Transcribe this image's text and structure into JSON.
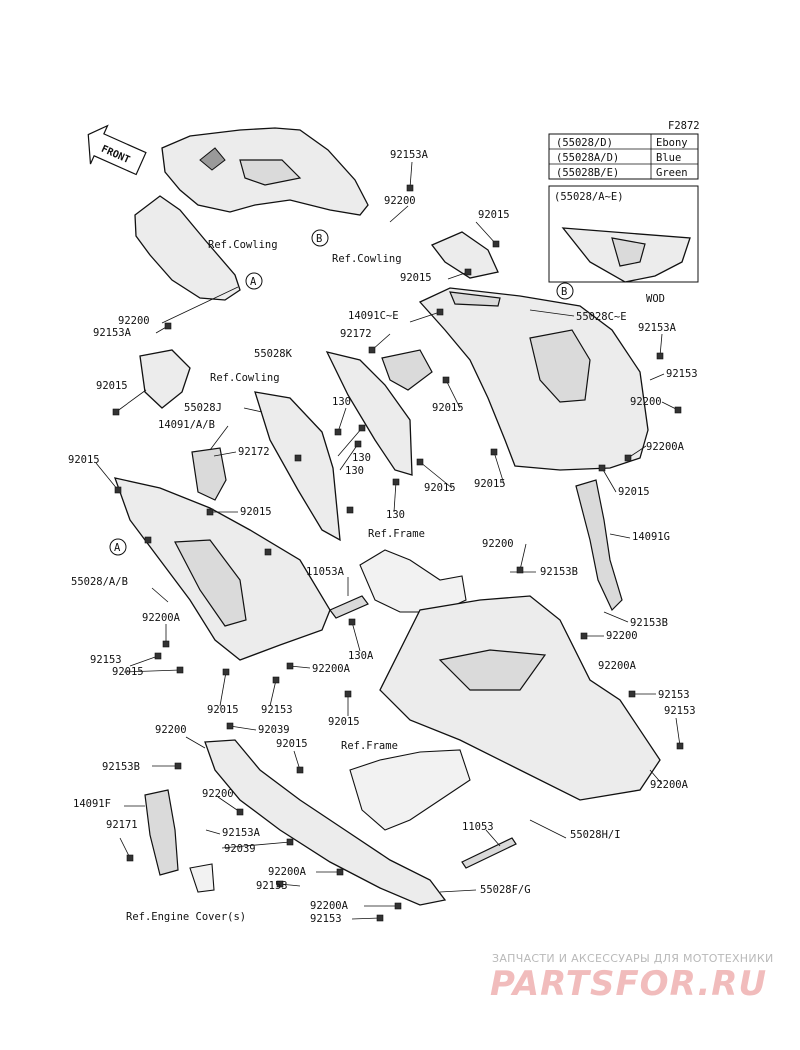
{
  "figure_id": "F2872",
  "color_table": [
    {
      "code": "(55028/D)",
      "color": "Ebony"
    },
    {
      "code": "(55028A/D)",
      "color": "Blue"
    },
    {
      "code": "(55028B/E)",
      "color": "Green"
    }
  ],
  "inset": {
    "title": "(55028/A~E)",
    "note": "WOD"
  },
  "front_label": "FRONT",
  "markers": {
    "a": "A",
    "b": "B"
  },
  "refs": {
    "cowling1": "Ref.Cowling",
    "cowling2": "Ref.Cowling",
    "cowling3": "Ref.Cowling",
    "frame1": "Ref.Frame",
    "frame2": "Ref.Frame",
    "engine_cover": "Ref.Engine Cover(s)"
  },
  "labels": {
    "l01": "92153A",
    "l02": "92200",
    "l03": "92015",
    "l04": "92015",
    "l05": "92200",
    "l06": "92153A",
    "l07": "14091C~E",
    "l08": "92172",
    "l09": "55028C~E",
    "l10": "92153A",
    "l11": "55028K",
    "l12": "92153",
    "l13": "92015",
    "l14": "55028J",
    "l15": "130",
    "l16": "92200",
    "l17": "14091/A/B",
    "l18": "92015",
    "l19": "130",
    "l20": "92200A",
    "l21": "92172",
    "l22": "92015",
    "l23": "130",
    "l24": "92015",
    "l25": "92015",
    "l26": "92015",
    "l27": "130",
    "l28": "14091G",
    "l29": "92015",
    "l30": "92200",
    "l31": "11053A",
    "l32": "92153B",
    "l33": "55028/A/B",
    "l34": "92153B",
    "l35": "92200A",
    "l36": "92200",
    "l37": "130A",
    "l38": "92153",
    "l39": "92200A",
    "l40": "92015",
    "l41": "92200A",
    "l42": "92015",
    "l43": "92153",
    "l44": "92153",
    "l45": "92015",
    "l46": "92200",
    "l47": "92039",
    "l48": "92153",
    "l49": "92015",
    "l50": "92153B",
    "l51": "92200A",
    "l52": "14091F",
    "l53": "92200",
    "l54": "11053",
    "l55": "92171",
    "l56": "92153A",
    "l57": "55028H/I",
    "l58": "92039",
    "l59": "92200A",
    "l60": "92153",
    "l61": "55028F/G",
    "l62": "92200A",
    "l63": "92153"
  },
  "watermark": {
    "line1": "ЗАПЧАСТИ И АКСЕССУАРЫ ДЛЯ МОТОТЕХНИКИ",
    "line2": "PARTSFOR.RU"
  }
}
